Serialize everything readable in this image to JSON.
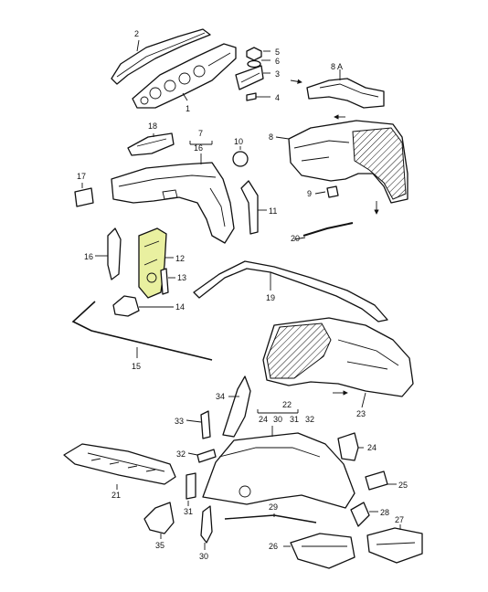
{
  "diagram": {
    "highlight_color": "#e9f0a0",
    "line_color": "#111111",
    "background": "#ffffff",
    "callouts": {
      "c1": "1",
      "c2": "2",
      "c3": "3",
      "c4": "4",
      "c5": "5",
      "c6": "6",
      "c7": "7",
      "c8": "8",
      "c8a": "8 A",
      "c9": "9",
      "c10": "10",
      "c11": "11",
      "c12": "12",
      "c13": "13",
      "c14": "14",
      "c15": "15",
      "c16a": "16",
      "c16b": "16",
      "c17": "17",
      "c18": "18",
      "c19": "19",
      "c20": "20",
      "c21": "21",
      "c22": "22",
      "c23": "23",
      "c24": "24",
      "c24b": "24",
      "c25": "25",
      "c26": "26",
      "c27": "27",
      "c28": "28",
      "c29": "29",
      "c30": "30",
      "c30b": "30",
      "c31": "31",
      "c31b": "31",
      "c32": "32",
      "c32b": "32",
      "c33": "33",
      "c34": "34",
      "c35": "35"
    }
  }
}
